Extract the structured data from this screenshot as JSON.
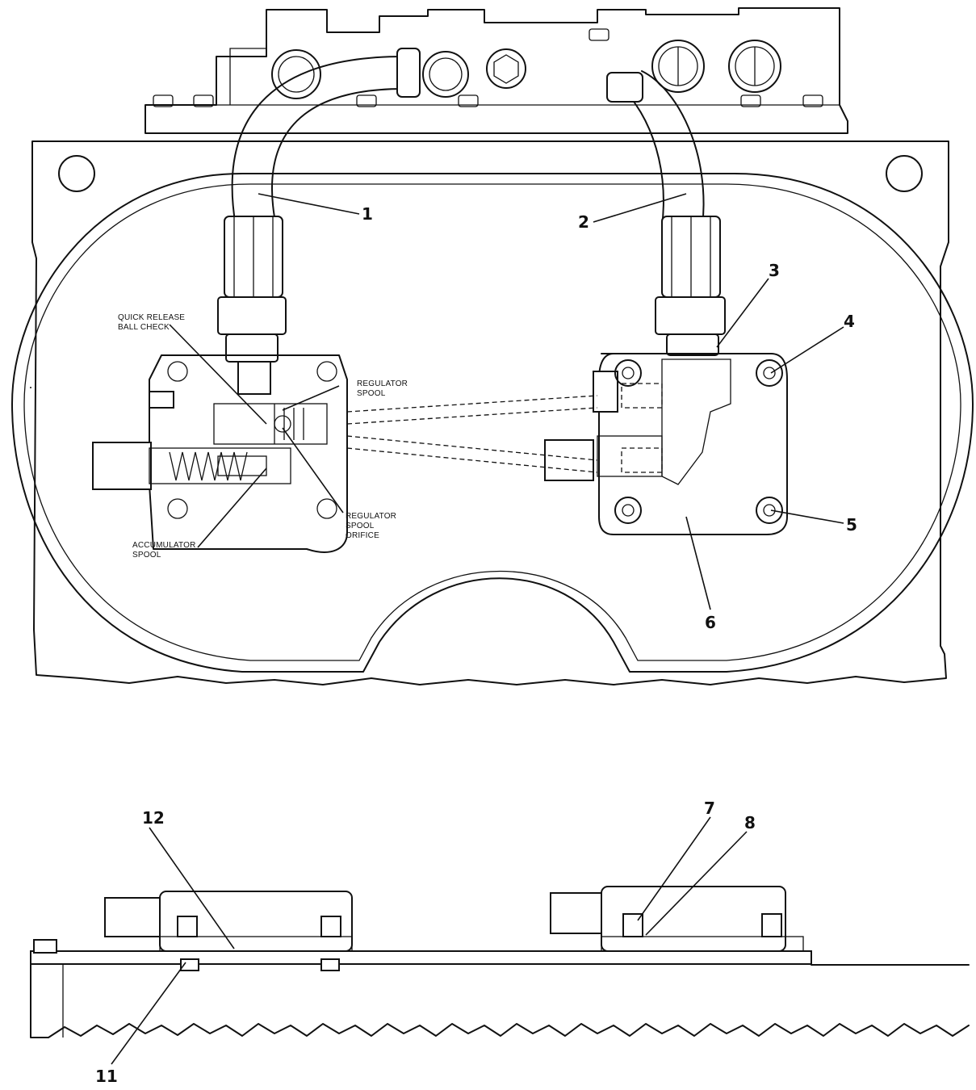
{
  "callouts": {
    "c1": "1",
    "c2": "2",
    "c3": "3",
    "c4": "4",
    "c5": "5",
    "c6": "6",
    "c7": "7",
    "c8": "8",
    "c11": "11",
    "c12": "12"
  },
  "notes": {
    "quick_release_1": "QUICK RELEASE",
    "quick_release_2": "BALL CHECK",
    "reg_spool_1": "REGULATOR",
    "reg_spool_2": "SPOOL",
    "reg_orifice_1": "REGULATOR",
    "reg_orifice_2": "SPOOL",
    "reg_orifice_3": "ORIFICE",
    "accum_1": "ACCUMULATOR",
    "accum_2": "SPOOL"
  }
}
